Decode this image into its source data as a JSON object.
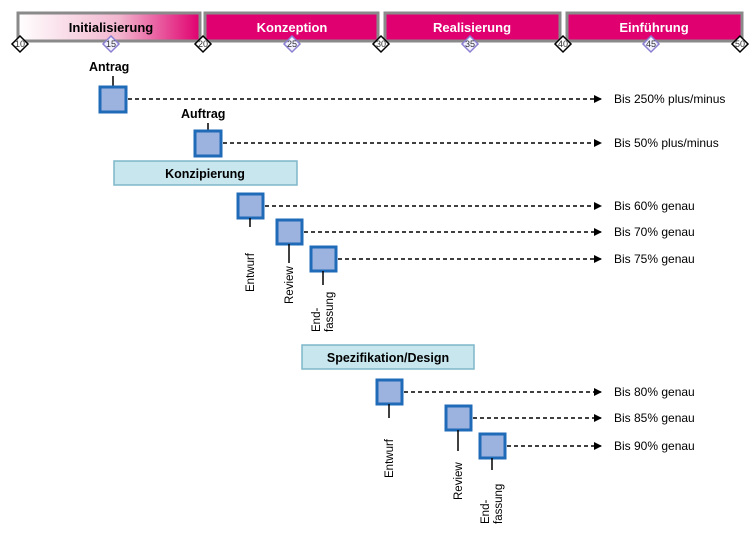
{
  "phases": [
    {
      "name": "Initialisierung"
    },
    {
      "name": "Konzeption"
    },
    {
      "name": "Realisierung"
    },
    {
      "name": "Einführung"
    }
  ],
  "ticks": [
    "10",
    "15",
    "20",
    "25",
    "30",
    "35",
    "40",
    "45",
    "50"
  ],
  "milestones": {
    "antrag": "Antrag",
    "auftrag": "Auftrag"
  },
  "stages": {
    "konzipierung": "Konzipierung",
    "spezifikation": "Spezifikation/Design"
  },
  "steps": {
    "entwurf": "Entwurf",
    "review": "Review",
    "endfassung_1": "End-",
    "endfassung_2": "fassung"
  },
  "estimates": {
    "antrag": "Bis 250% plus/minus",
    "auftrag": "Bis 50% plus/minus",
    "k_entwurf": "Bis 60% genau",
    "k_review": "Bis 70% genau",
    "k_endfassung": "Bis 75% genau",
    "s_entwurf": "Bis 80% genau",
    "s_review": "Bis 85% genau",
    "s_endfassung": "Bis 90% genau"
  },
  "colors": {
    "phase_magenta": "#e0006f",
    "phase_border": "#8a8a8a",
    "node_fill": "#9db3df",
    "node_border": "#1f6bb8",
    "stage_fill": "#c7e6ee",
    "stage_border": "#7fb7c9"
  }
}
